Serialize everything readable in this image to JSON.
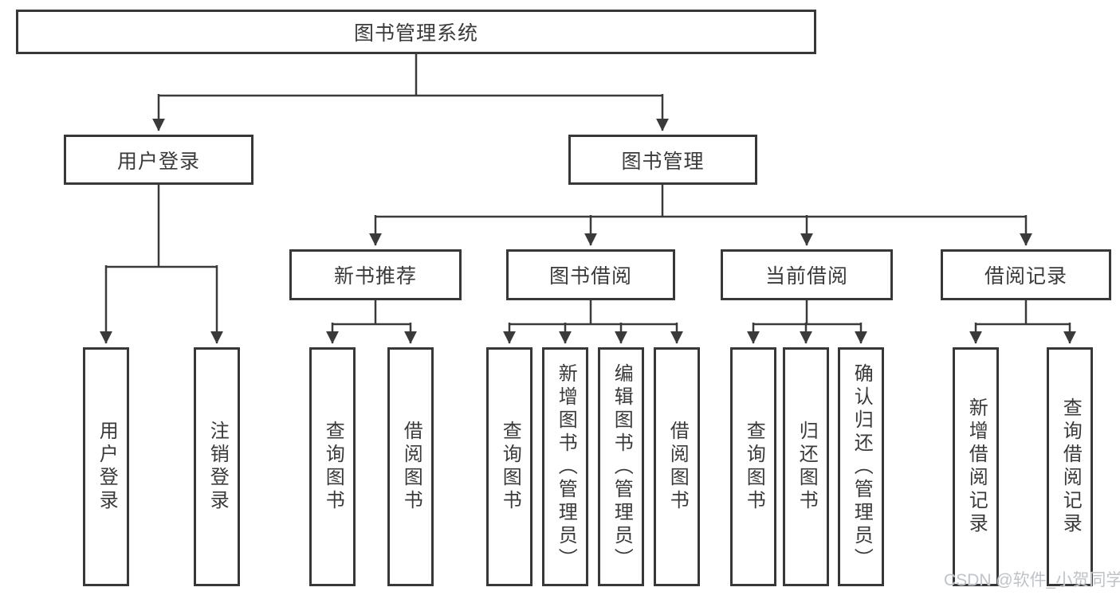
{
  "diagram": {
    "root": "图书管理系统",
    "level1": {
      "user_login": "用户登录",
      "book_mgmt": "图书管理"
    },
    "level2": {
      "new_book_rec": "新书推荐",
      "book_borrow": "图书借阅",
      "current_borrow": "当前借阅",
      "borrow_records": "借阅记录"
    },
    "leaves": {
      "user_login": "用户登录",
      "logout": "注销登录",
      "rec_query": "查询图书",
      "rec_borrow": "借阅图书",
      "bb_query": "查询图书",
      "bb_add": "新增图书（管理员）",
      "bb_edit": "编辑图书（管理员）",
      "bb_borrow": "借阅图书",
      "cb_query": "查询图书",
      "cb_return": "归还图书",
      "cb_confirm": "确认归还（管理员）",
      "br_add": "新增借阅记录",
      "br_query": "查询借阅记录"
    }
  },
  "watermark": "CSDN @软件_小贺同学",
  "colors": {
    "line": "#3a3a3a",
    "text": "#3a3a3a",
    "box_background": "#ffffff",
    "watermark": "#bfc3c9"
  }
}
